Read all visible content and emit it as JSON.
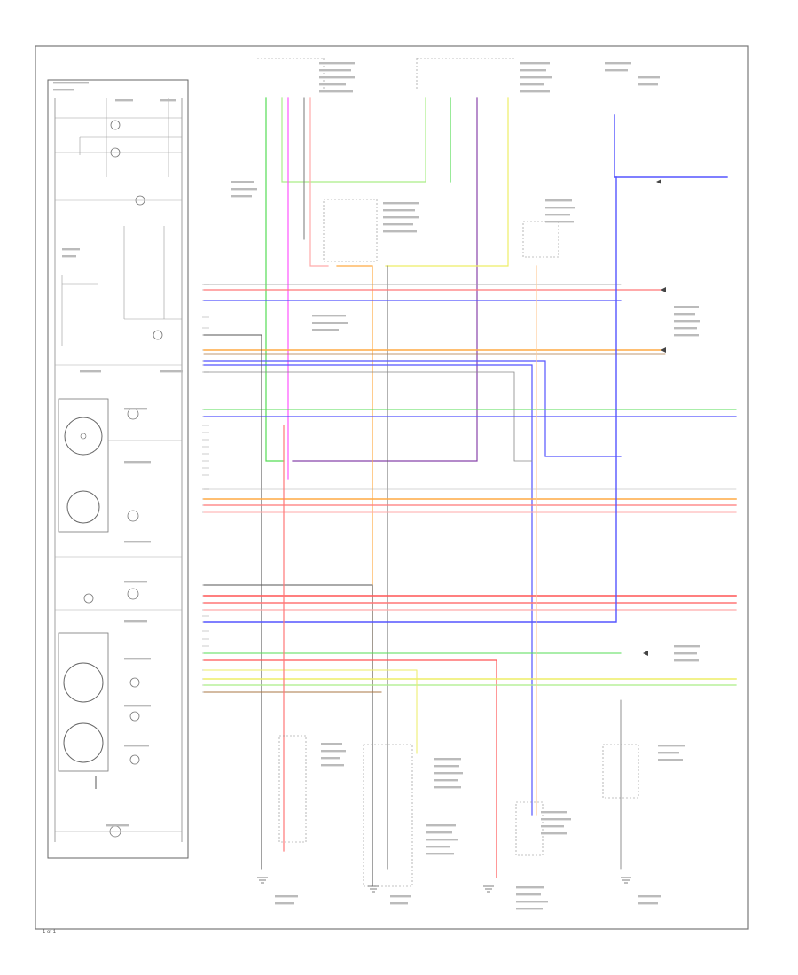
{
  "diagram": {
    "page_number": "1 of 1",
    "colors": {
      "frame": "#666666",
      "wire_dark": "#555555",
      "green": "#55dd55",
      "light_green": "#aaee88",
      "magenta": "#ff55ff",
      "red": "#ff5555",
      "pink": "#ffaaaa",
      "blue": "#5555ff",
      "orange": "#ffaa44",
      "yellow": "#eeee66",
      "purple": "#8844aa",
      "brown": "#aa7744",
      "gray": "#aaaaaa",
      "dark_gray": "#444444"
    },
    "panels": [
      {
        "id": "instrument-cluster",
        "name": "instrument-cluster-panel"
      },
      {
        "id": "main-wiring",
        "name": "main-wiring-panel"
      }
    ]
  }
}
